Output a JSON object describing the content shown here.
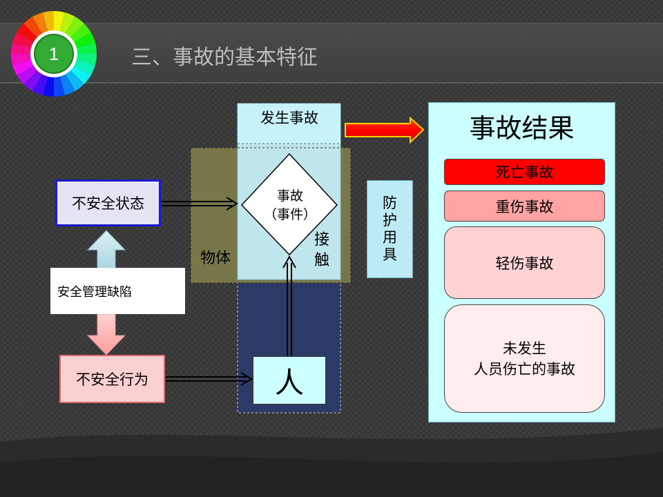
{
  "slide": {
    "number": "1",
    "title": "三、事故的基本特征"
  },
  "diagram": {
    "unsafe_state": "不安全状态",
    "unsafe_act": "不安全行为",
    "management_defect": "安全管理缺陷",
    "accident_occurs": "发生事故",
    "accident_event": "事故\n（事件）",
    "object": "物体",
    "contact": "接\n触",
    "person": "人",
    "ppe": "防\n护\n用\n具"
  },
  "results": {
    "title": "事故结果",
    "death": "死亡事故",
    "severe_injury": "重伤事故",
    "minor_injury": "轻伤事故",
    "no_injury": "未发生\n人员伤亡的事故"
  },
  "colors": {
    "unsafe_state_border": "#1a1acc",
    "unsafe_act_fill": "#fbd0d0",
    "death_fill": "#ff0000",
    "severe_fill": "#ffa3a3",
    "minor_fill": "#ffd3d3",
    "result_panel_fill": "#ccffff"
  }
}
